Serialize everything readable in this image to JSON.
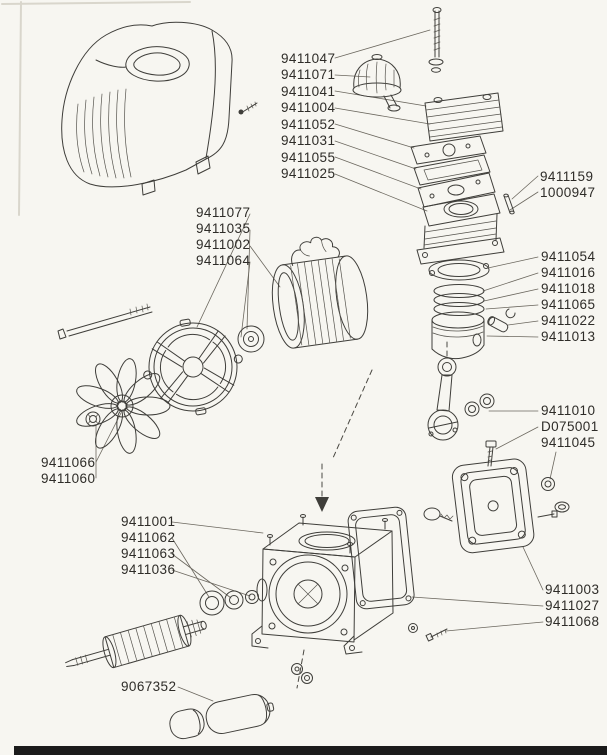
{
  "colors": {
    "paper": "#f7f6f1",
    "ink": "#3f3e3a",
    "edge_bar": "#1b1b1b"
  },
  "labels": [
    "9411047",
    "9411071",
    "9411041",
    "9411004",
    "9411052",
    "9411031",
    "9411055",
    "9411025",
    "9411159",
    "1000947",
    "9411077",
    "9411035",
    "9411002",
    "9411064",
    "9411054",
    "9411016",
    "9411018",
    "9411065",
    "9411022",
    "9411013",
    "9411066",
    "9411060",
    "9411010",
    "D075001",
    "9411045",
    "9411001",
    "9411062",
    "9411063",
    "9411036",
    "9411003",
    "9411027",
    "9411068",
    "9067352"
  ]
}
